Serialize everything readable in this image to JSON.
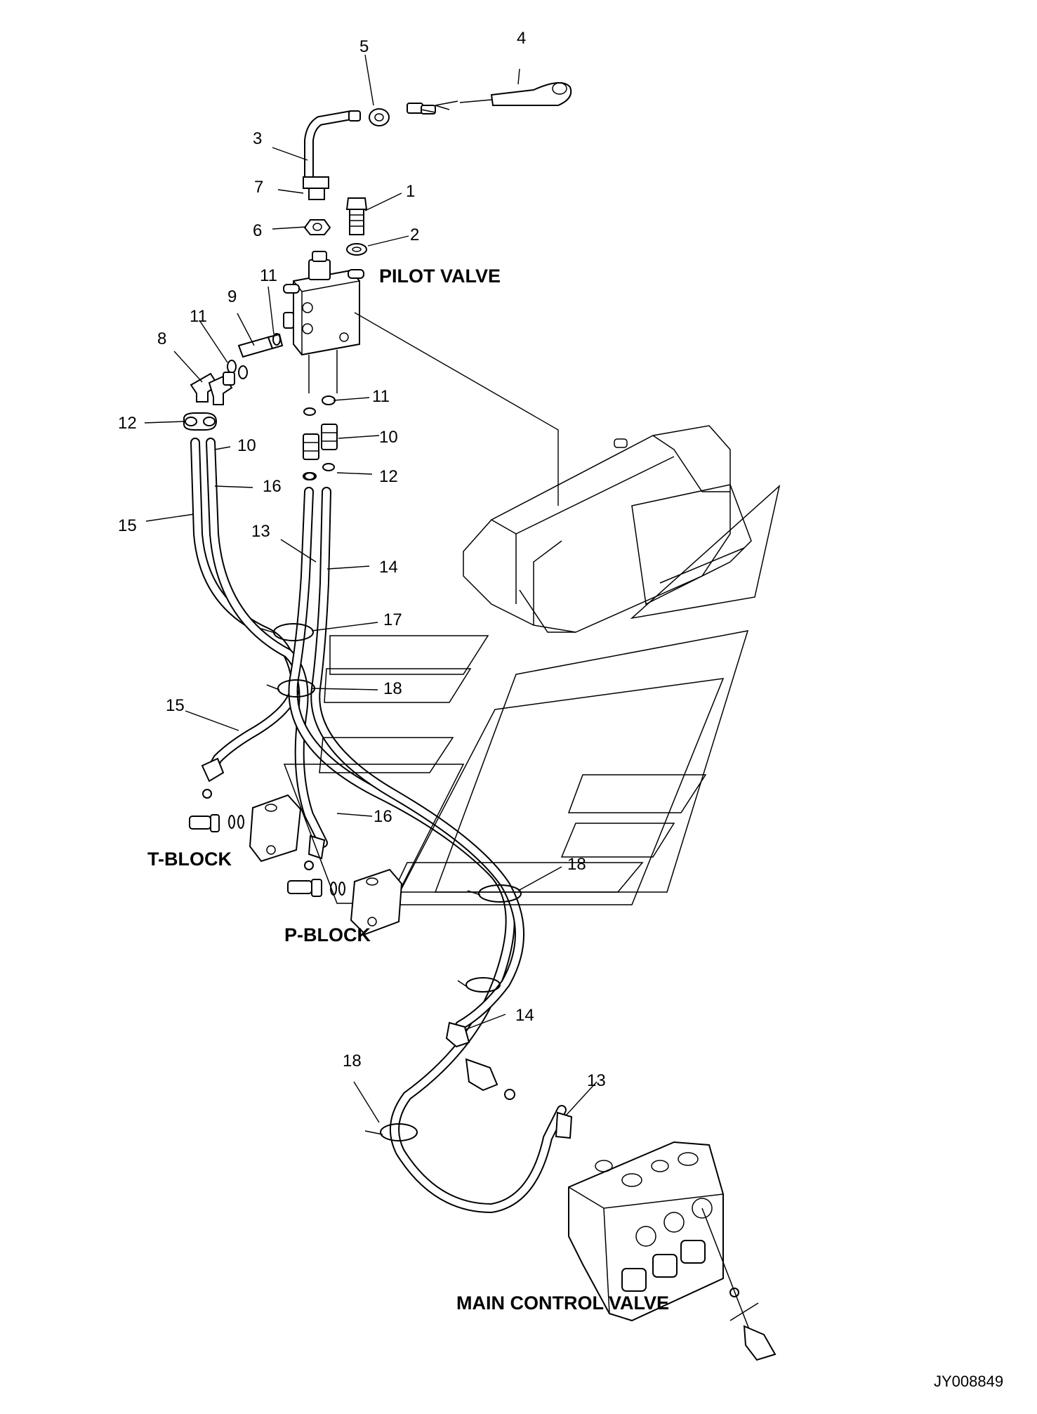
{
  "diagram": {
    "titles": {
      "pilot_valve": "PILOT VALVE",
      "t_block": "T-BLOCK",
      "p_block": "P-BLOCK",
      "main_control_valve": "MAIN CONTROL VALVE"
    },
    "reference_code": "JY008849",
    "callouts": {
      "c1": "1",
      "c2": "2",
      "c3": "3",
      "c4": "4",
      "c5": "5",
      "c6": "6",
      "c7": "7",
      "c8": "8",
      "c9": "9",
      "c10a": "10",
      "c10b": "10",
      "c11a": "11",
      "c11b": "11",
      "c11c": "11",
      "c12a": "12",
      "c12b": "12",
      "c13a": "13",
      "c13b": "13",
      "c14a": "14",
      "c14b": "14",
      "c15a": "15",
      "c15b": "15",
      "c16a": "16",
      "c16b": "16",
      "c17": "17",
      "c18a": "18",
      "c18b": "18",
      "c18c": "18"
    }
  }
}
